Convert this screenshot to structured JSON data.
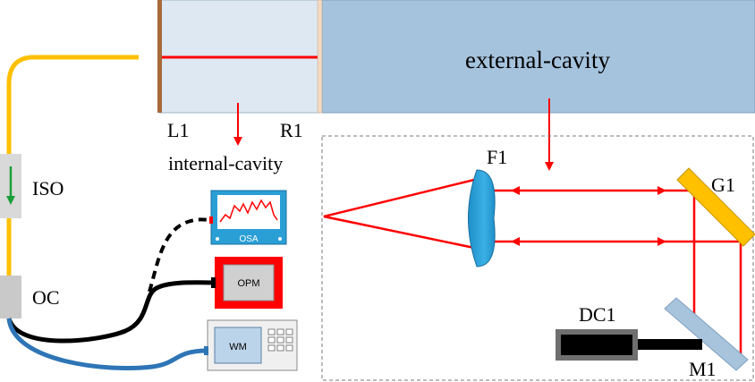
{
  "labels": {
    "external_cavity": "external-cavity",
    "internal_cavity": "internal-cavity",
    "l1": "L1",
    "r1": "R1",
    "iso": "ISO",
    "oc": "OC",
    "osa": "OSA",
    "opm": "OPM",
    "wm": "WM",
    "f1": "F1",
    "g1": "G1",
    "dc1": "DC1",
    "m1": "M1"
  },
  "colors": {
    "beam": "#ff0000",
    "fiber_yellow": "#ffc000",
    "fiber_blue": "#2e75b6",
    "fiber_black": "#000000",
    "external_cavity_fill": "#a6c3de",
    "internal_cavity_fill": "#dde8f2",
    "grating": "#ffc000",
    "lens": "#2a9fd6",
    "mirror": "#a8c4dc",
    "opm_frame": "#ff0000",
    "osa_fill": "#2a9fd6"
  }
}
